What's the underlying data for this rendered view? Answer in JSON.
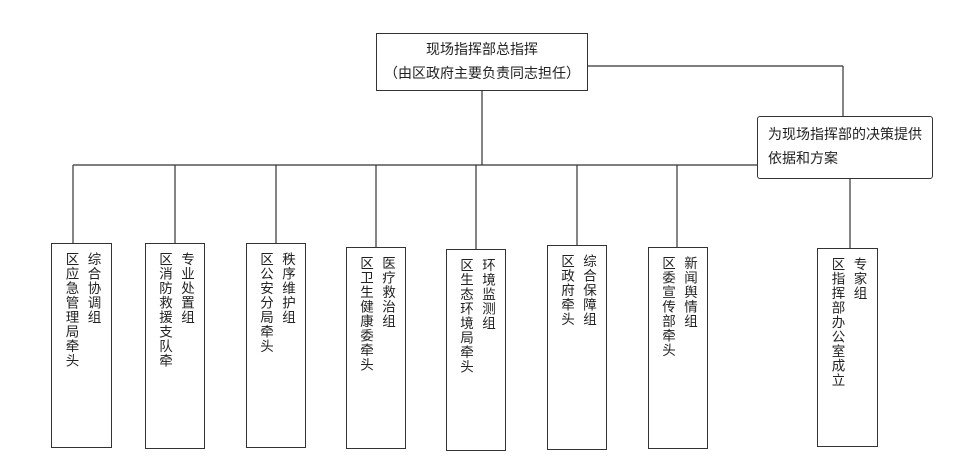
{
  "top": {
    "title": "现场指挥部总指挥",
    "subtitle": "（由区政府主要负责同志担任）"
  },
  "advice": {
    "text": "为现场指挥部的决策提供依据和方案"
  },
  "groups": [
    {
      "name": "综合协调组",
      "lead": "区应急管理局牵头"
    },
    {
      "name": "专业处置组",
      "lead": "区消防救援支队牵"
    },
    {
      "name": "秩序维护组",
      "lead": "区公安分局牵头"
    },
    {
      "name": "医疗救治组",
      "lead": "区卫生健康委牵头"
    },
    {
      "name": "环境监测组",
      "lead": "区生态环境局牵头"
    },
    {
      "name": "综合保障组",
      "lead": "区政府牵头"
    },
    {
      "name": "新闻舆情组",
      "lead": "区委宣传部牵头"
    }
  ],
  "expert": {
    "name": "专家组",
    "lead": "区指挥部办公室成立"
  }
}
